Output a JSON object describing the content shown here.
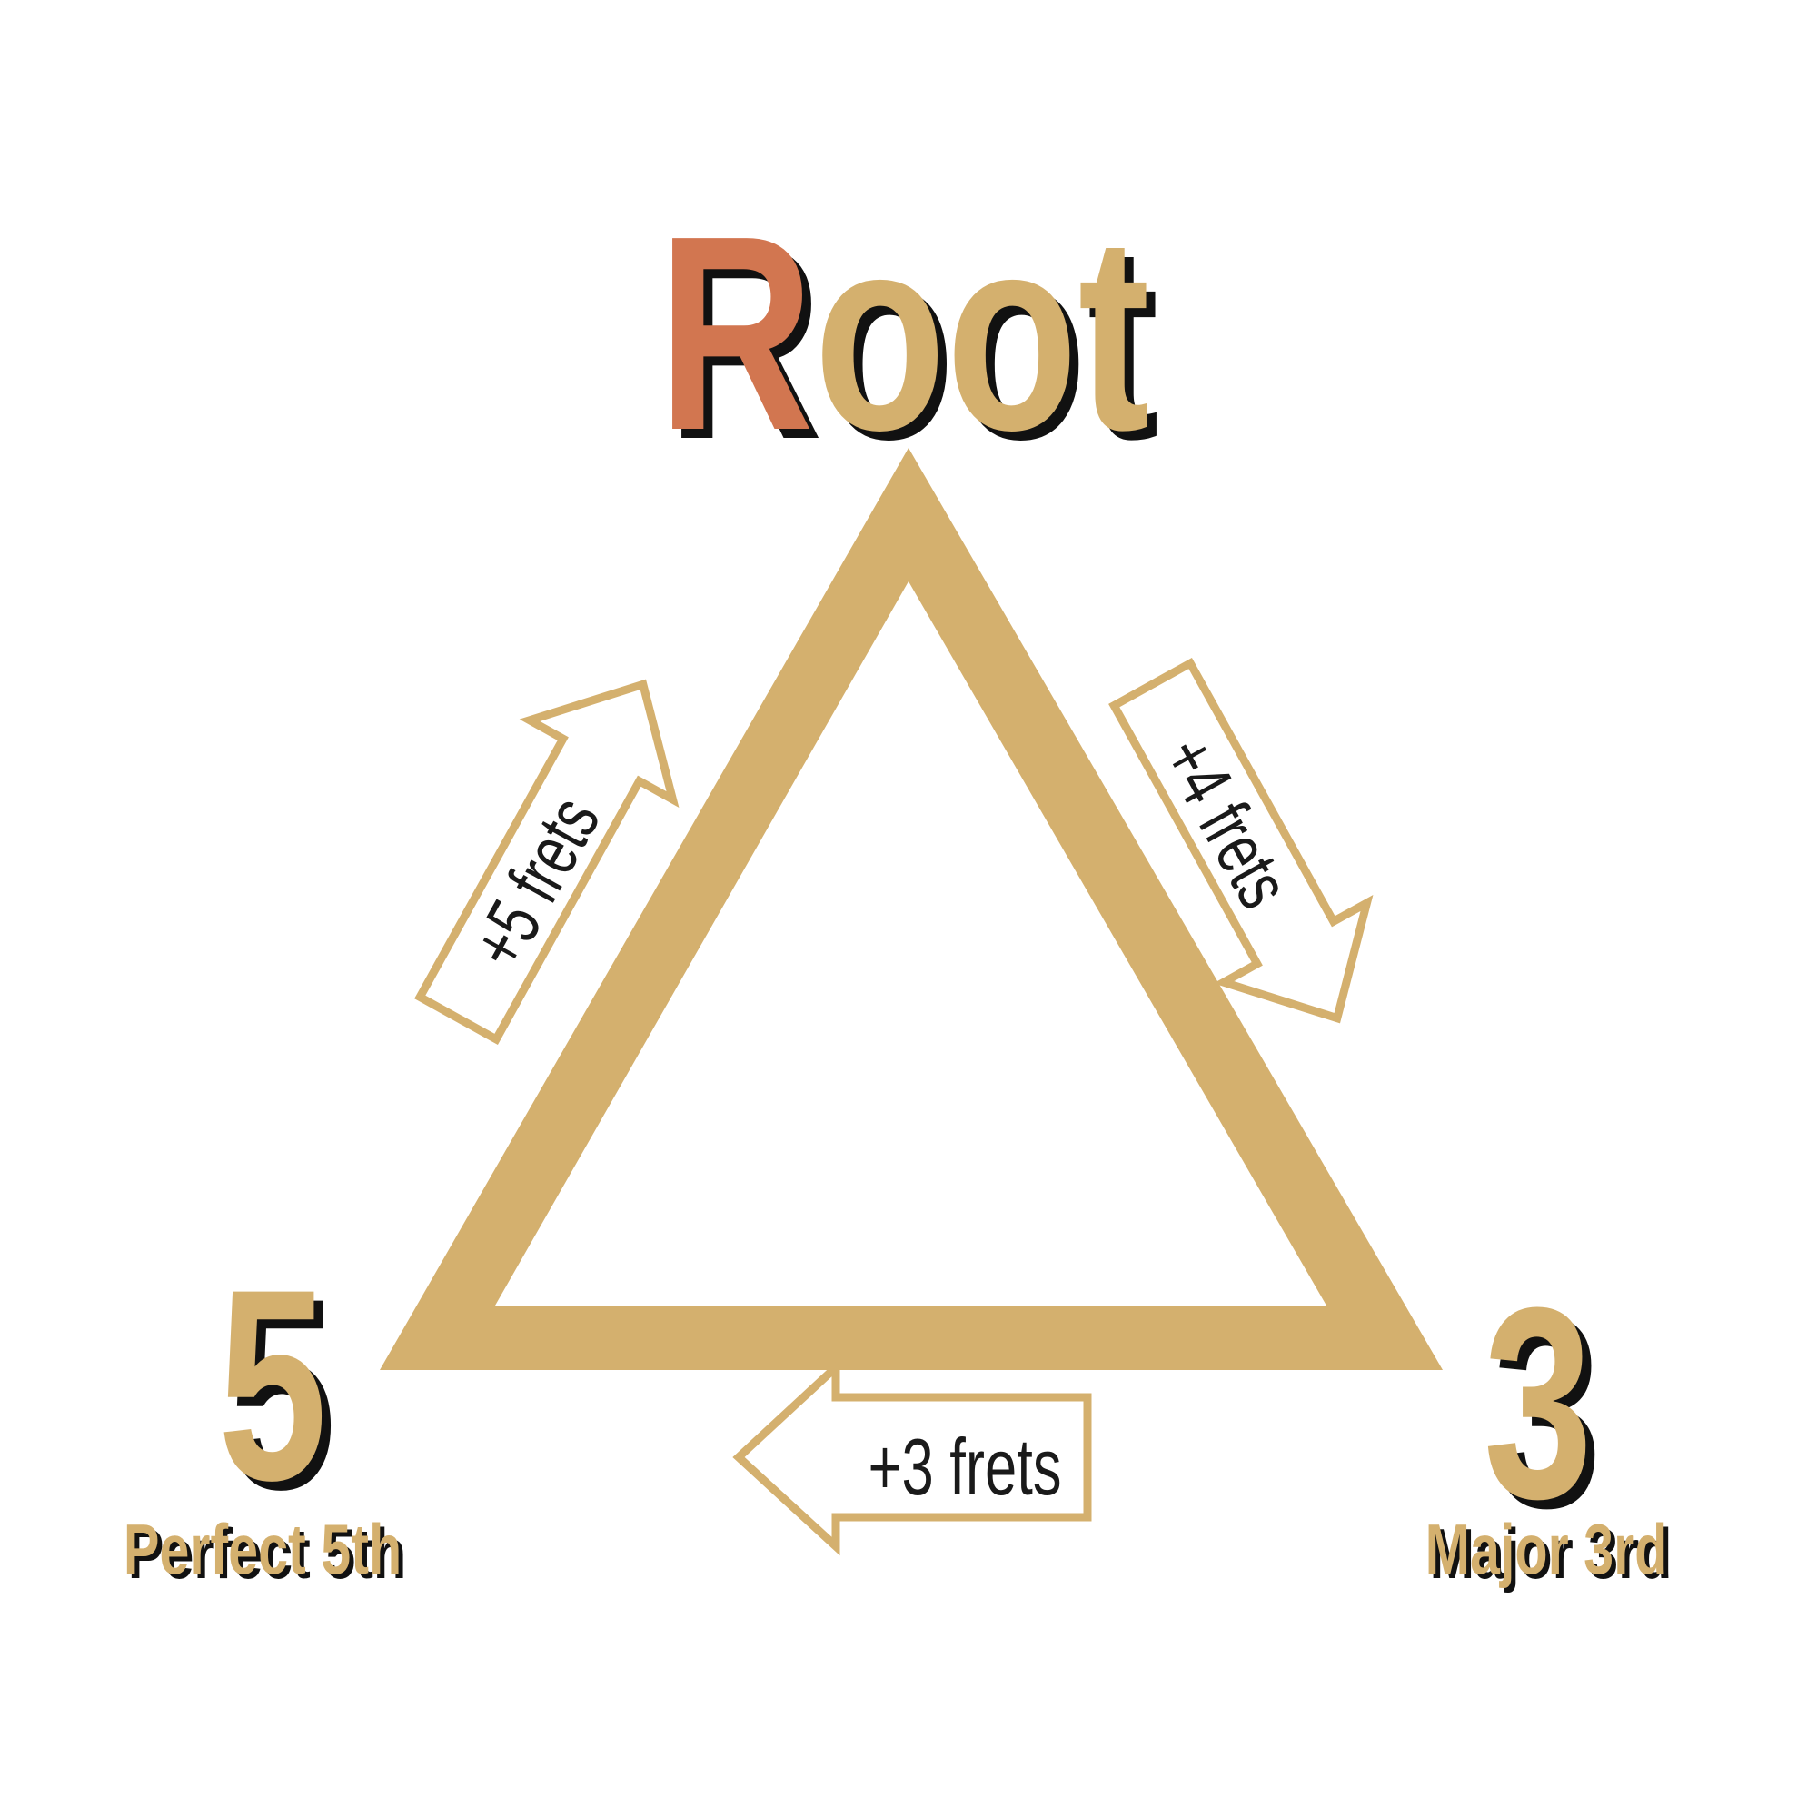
{
  "title": {
    "first_letter": "R",
    "rest": "oot"
  },
  "vertices": {
    "left": {
      "number": "5",
      "name": "Perfect 5th"
    },
    "right": {
      "number": "3",
      "name": "Major 3rd"
    }
  },
  "arrows": {
    "left_side": "+5 frets",
    "right_side": "+4 frets",
    "bottom": "+3 frets"
  },
  "colors": {
    "gold": "#D4B06E",
    "accent": "#D27650",
    "shadow": "#111111",
    "background": "#FFFFFF"
  }
}
